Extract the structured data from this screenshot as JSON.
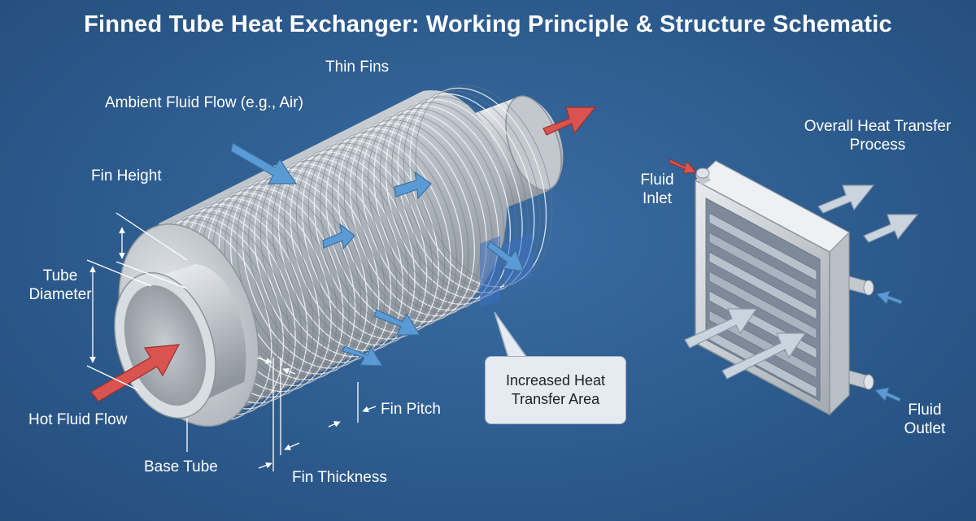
{
  "title": "Finned Tube Heat Exchanger: Working Principle & Structure Schematic",
  "labels": {
    "thin_fins": "Thin Fins",
    "ambient_flow": "Ambient Fluid Flow (e.g., Air)",
    "fin_height": "Fin Height",
    "tube_diameter_1": "Tube",
    "tube_diameter_2": "Diameter",
    "hot_fluid_flow": "Hot Fluid Flow",
    "base_tube": "Base Tube",
    "fin_thickness": "Fin Thickness",
    "fin_pitch": "Fin Pitch",
    "increased_area_1": "Increased Heat",
    "increased_area_2": "Transfer Area",
    "overall_process_1": "Overall Heat Transfer",
    "overall_process_2": "Process",
    "fluid_inlet_1": "Fluid",
    "fluid_inlet_2": "Inlet",
    "fluid_outlet_1": "Fluid",
    "fluid_outlet_2": "Outlet"
  },
  "colors": {
    "background": "#2f5d8f",
    "hot_arrow": "#d9534f",
    "cool_arrow": "#5b9bd5",
    "light_arrow": "#c9d4df"
  }
}
